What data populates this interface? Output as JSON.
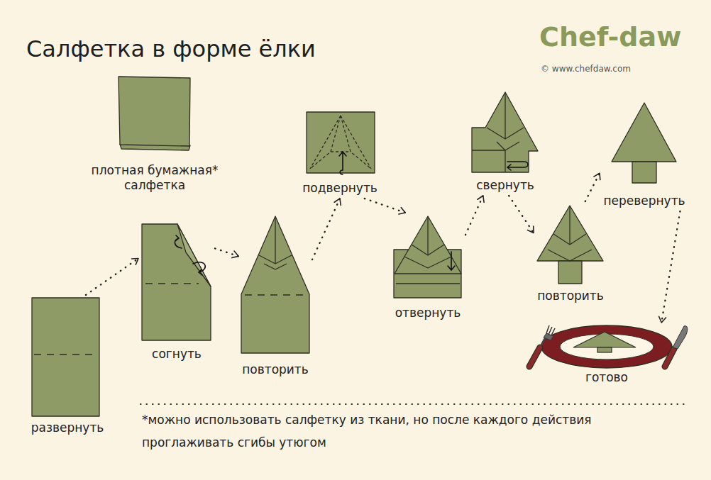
{
  "diagram": {
    "title": "Салфетка в форме ёлки",
    "nodes": [
      {
        "text": [
          "плотная бумажная* салфетка"
        ]
      },
      {
        "text": [
          "развернуть"
        ]
      },
      {
        "text": [
          "согнуть"
        ]
      },
      {
        "text": [
          "повторить"
        ]
      },
      {
        "text": [
          "подвернуть"
        ]
      },
      {
        "text": [
          "отвернуть"
        ]
      },
      {
        "text": [
          "свернуть"
        ]
      },
      {
        "text": [
          "повторить"
        ]
      },
      {
        "text": [
          "перевернуть"
        ]
      },
      {
        "text": [
          "готово"
        ]
      }
    ],
    "edges": [
      {
        "from": 1,
        "to": 2,
        "arrow": "to"
      },
      {
        "from": 2,
        "to": 3,
        "arrow": "to"
      },
      {
        "from": 3,
        "to": 4,
        "arrow": "to"
      },
      {
        "from": 4,
        "to": 5,
        "arrow": "to"
      },
      {
        "from": 5,
        "to": 6,
        "arrow": "to"
      },
      {
        "from": 6,
        "to": 7,
        "arrow": "to"
      },
      {
        "from": 7,
        "to": 8,
        "arrow": "to"
      },
      {
        "from": 8,
        "to": 9,
        "arrow": "to"
      }
    ],
    "labels": [
      "Chef-daw",
      "© www.chefdaw.com",
      "*можно использовать салфетку из ткани, но после каждого действия проглаживать сгибы утюгом"
    ]
  }
}
